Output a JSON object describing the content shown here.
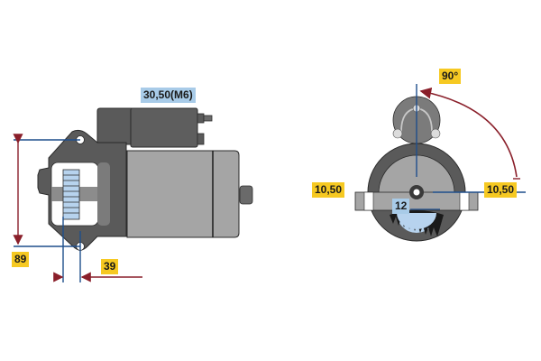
{
  "diagram": {
    "type": "starter-motor-technical-drawing",
    "colors": {
      "body_dark": "#5a5a5a",
      "body_mid": "#7b7b7b",
      "body_light": "#a5a5a5",
      "outline": "#2b2b2b",
      "dimension_line": "#1f4e8c",
      "arrow_line": "#8a1f2a",
      "label_yellow": "#f6c922",
      "label_blue": "#a8cbe8",
      "pinion_blue": "#b7d3ee"
    },
    "side_view": {
      "labels": {
        "terminal": "30,50(M6)",
        "mount_hole_spacing": "89",
        "flange_offset": "39"
      }
    },
    "front_view": {
      "labels": {
        "rotation_angle": "90°",
        "left_mount": "10,50",
        "right_mount": "10,50",
        "pinion_teeth": "12"
      }
    }
  }
}
